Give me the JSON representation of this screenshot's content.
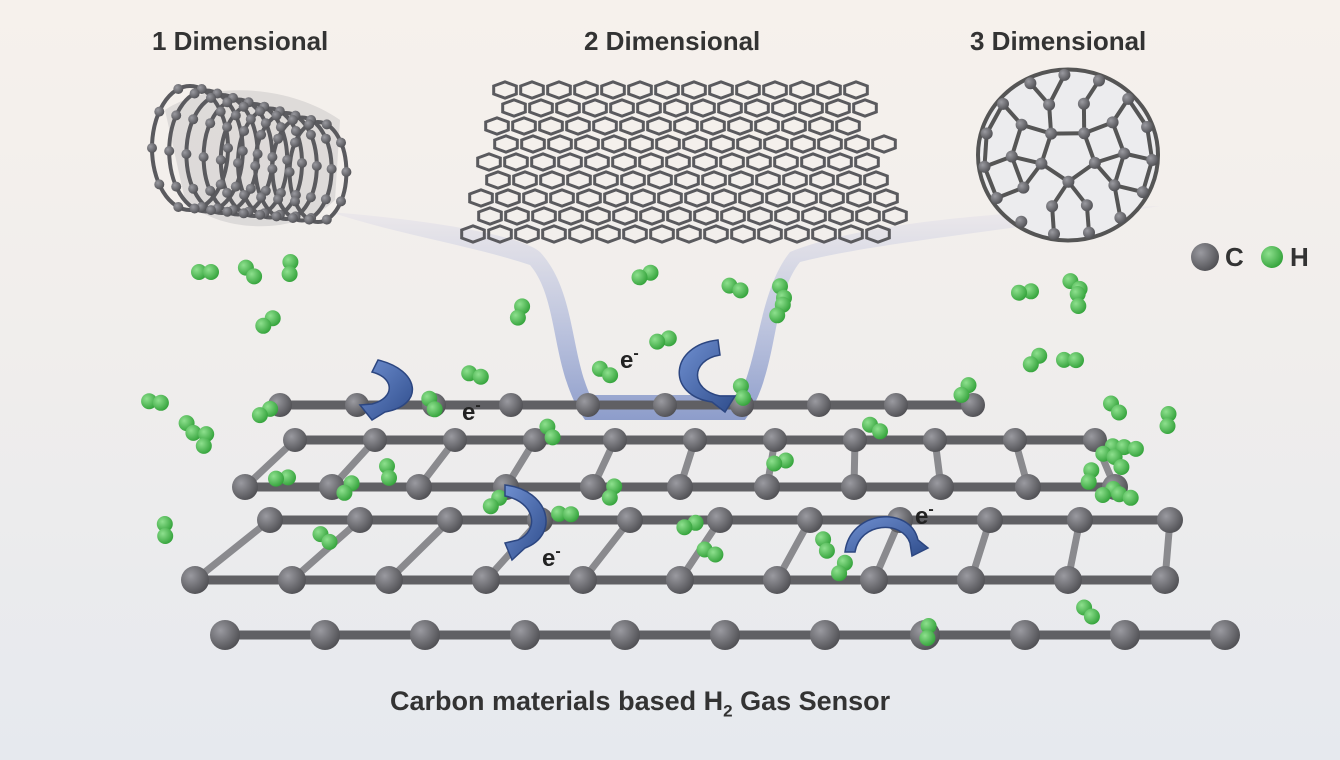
{
  "labels": {
    "one_d": "1 Dimensional",
    "two_d": "2 Dimensional",
    "three_d": "3 Dimensional"
  },
  "caption": {
    "prefix": "Carbon materials based H",
    "subscript": "2",
    "suffix": " Gas Sensor"
  },
  "legend": {
    "carbon_label": "C",
    "hydrogen_label": "H",
    "carbon_color": "#6a6a6e",
    "hydrogen_color": "#4caf50"
  },
  "electron": {
    "symbol": "e",
    "charge": "-"
  },
  "colors": {
    "arrow": "#3c5c9c",
    "funnel": "#7f94c8",
    "lattice": "#606064"
  }
}
